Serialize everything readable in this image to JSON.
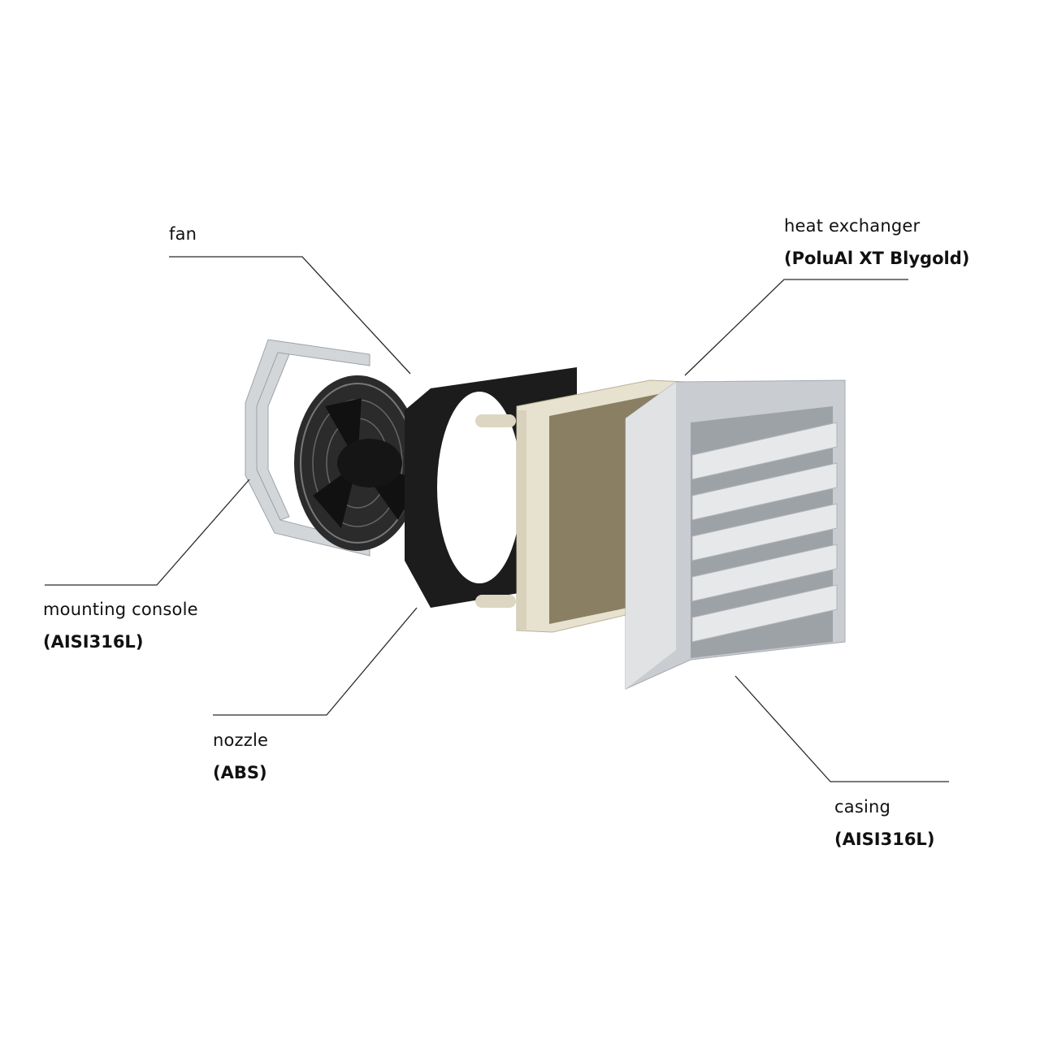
{
  "labels": {
    "fan": {
      "name": "fan"
    },
    "heat_exchanger": {
      "name": "heat exchanger",
      "material": "(PoluAl XT Blygold)"
    },
    "mounting_console": {
      "name": "mounting console",
      "material": "(AISI316L)"
    },
    "nozzle": {
      "name": "nozzle",
      "material": "(ABS)"
    },
    "casing": {
      "name": "casing",
      "material": "(AISI316L)"
    }
  },
  "colors": {
    "line": "#2a2a2a",
    "steel": "#c9ccd0",
    "black": "#1c1c1c",
    "coil": "#8a7f62",
    "frame": "#e7e1cf"
  }
}
